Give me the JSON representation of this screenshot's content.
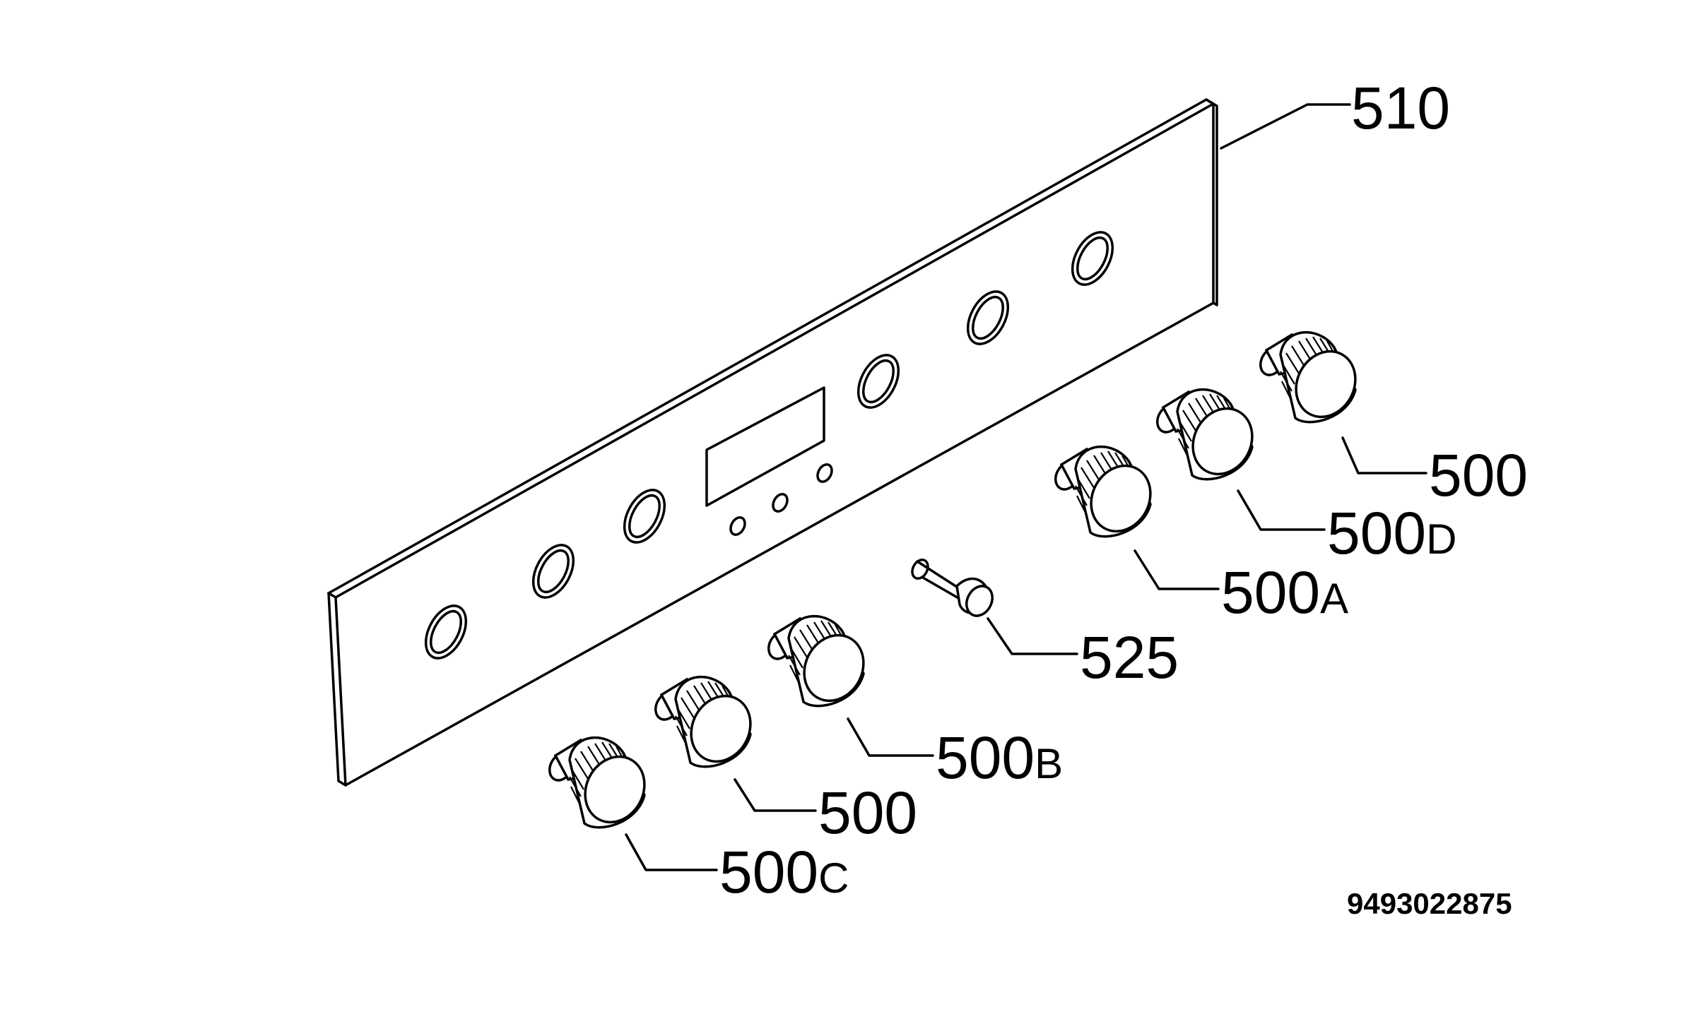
{
  "diagram": {
    "labels": {
      "panel": "510",
      "knob_top_right": "500",
      "knob_d": "500",
      "knob_d_suffix": "D",
      "knob_a": "500",
      "knob_a_suffix": "A",
      "pin": "525",
      "knob_b": "500",
      "knob_b_suffix": "B",
      "knob_mid": "500",
      "knob_c": "500",
      "knob_c_suffix": "C"
    },
    "document_number": "9493022875"
  }
}
